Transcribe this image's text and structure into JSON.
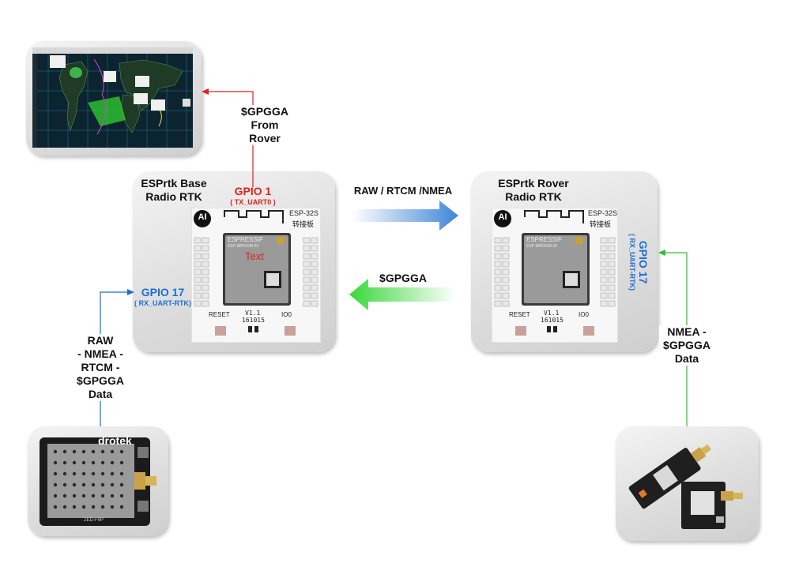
{
  "base": {
    "title_line1": "ESPrtk Base",
    "title_line2": "Radio RTK"
  },
  "rover": {
    "title_line1": "ESPrtk Rover",
    "title_line2": "Radio RTK"
  },
  "gpio1": {
    "label": "GPIO 1",
    "sub": "( TX_UART0 )"
  },
  "gpio17_base": {
    "label": "GPIO 17",
    "sub": "( RX_UART-RTK)"
  },
  "gpio17_rover": {
    "label": "GPIO 17",
    "sub": "( RX_UART-RTK)"
  },
  "edge_labels": {
    "gpgga_from_rover": [
      "$GPGGA",
      "From",
      "Rover"
    ],
    "raw_rtcm_nmea": "RAW / RTCM /NMEA",
    "gpgga": "$GPGGA",
    "left_data": [
      "RAW",
      "- NMEA -",
      "RTCM -",
      "$GPGGA",
      "Data"
    ],
    "right_data": [
      "NMEA -",
      "$GPGGA",
      "Data"
    ]
  },
  "board": {
    "brand": "ESPRESSIF",
    "chip_label": "ESP-WROOM-32",
    "module_text": "Text",
    "side_label_1": "ESP-32S",
    "side_label_2": "转接板",
    "reset": "RESET",
    "io0": "IO0",
    "version": "V1.1",
    "date": "161015",
    "logo": "AI"
  },
  "gnss_base": {
    "brand": "drotek",
    "model": "ZED-F9P"
  },
  "colors": {
    "red": "#e0201b",
    "blue": "#1a6fd6",
    "green": "#2cc12c"
  }
}
